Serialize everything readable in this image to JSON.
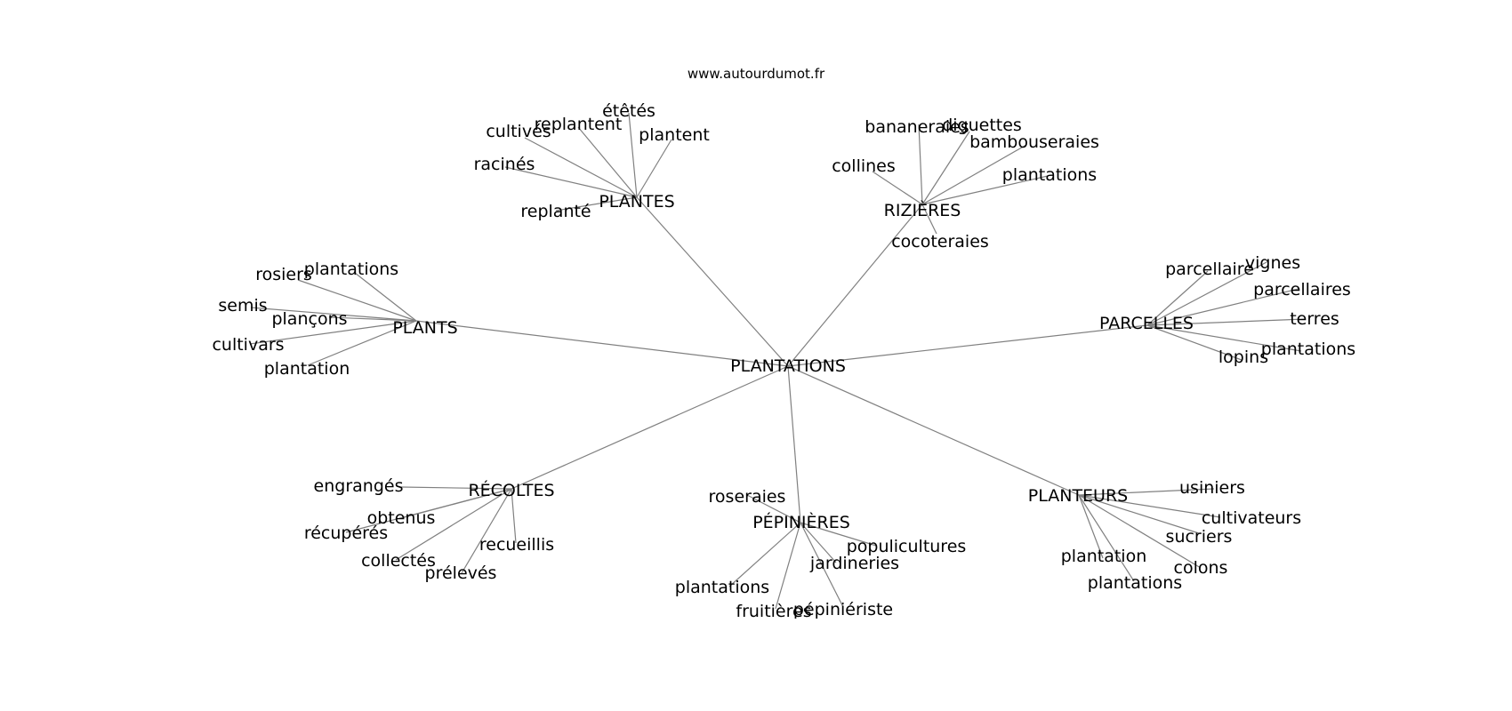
{
  "site": "www.autourdumot.fr",
  "center": "PLANTATIONS",
  "groups": [
    {
      "label": "PLANTES",
      "leaves": [
        "étêtés",
        "replantent",
        "cultivés",
        "plantent",
        "racinés",
        "replanté"
      ]
    },
    {
      "label": "RIZIÈRES",
      "leaves": [
        "bananeraies",
        "diguettes",
        "bambouseraies",
        "collines",
        "plantations",
        "cocoteraies"
      ]
    },
    {
      "label": "PLANTS",
      "leaves": [
        "rosiers",
        "plantations",
        "semis",
        "plançons",
        "cultivars",
        "plantation"
      ]
    },
    {
      "label": "PARCELLES",
      "leaves": [
        "parcellaire",
        "vignes",
        "parcellaires",
        "terres",
        "plantations",
        "lopins"
      ]
    },
    {
      "label": "RÉCOLTES",
      "leaves": [
        "engrangés",
        "obtenus",
        "récupérés",
        "recueillis",
        "collectés",
        "prélevés"
      ]
    },
    {
      "label": "PÉPINIÈRES",
      "leaves": [
        "roseraies",
        "populicultures",
        "jardineries",
        "plantations",
        "fruitières",
        "pépiniériste"
      ]
    },
    {
      "label": "PLANTEURS",
      "leaves": [
        "usiniers",
        "cultivateurs",
        "sucriers",
        "plantation",
        "colons",
        "plantations"
      ]
    }
  ]
}
